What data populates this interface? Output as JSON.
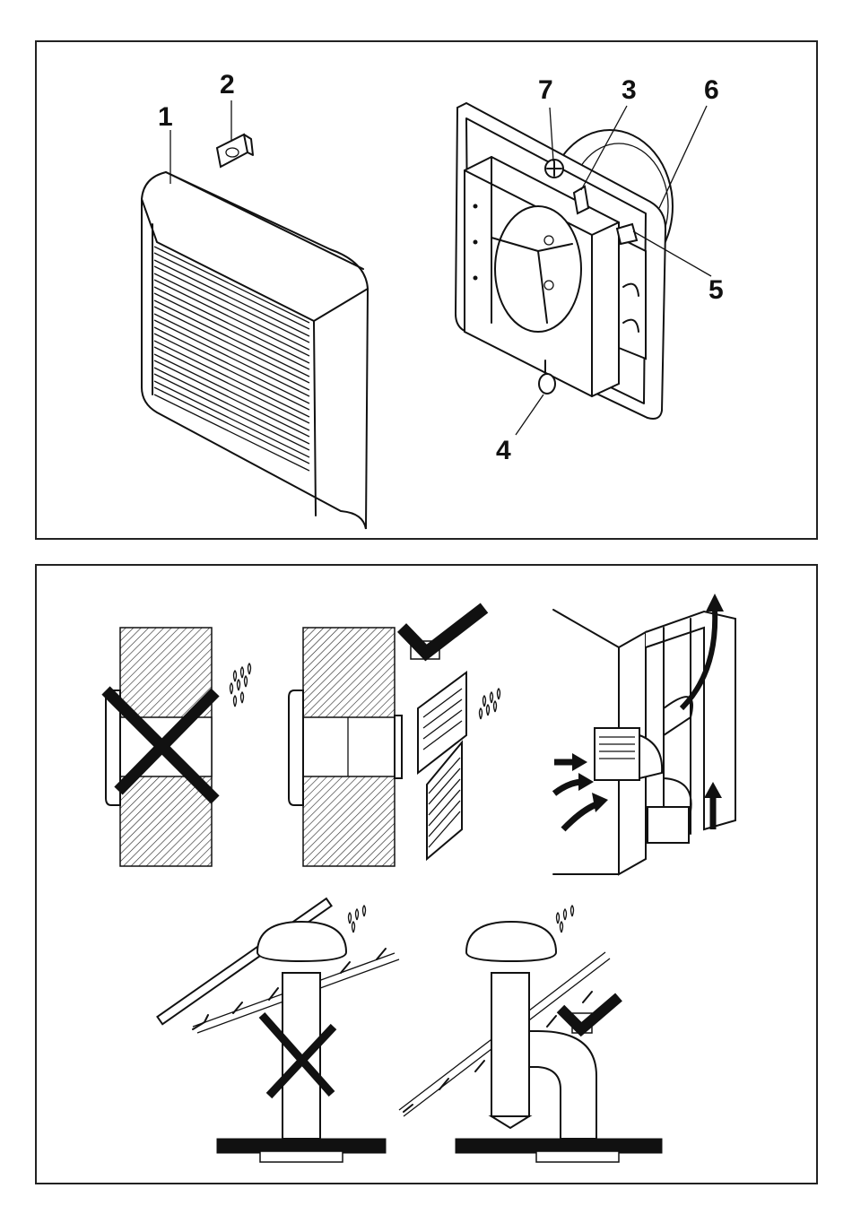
{
  "callouts": {
    "c1": "1",
    "c2": "2",
    "c3": "3",
    "c4": "4",
    "c5": "5",
    "c6": "6",
    "c7": "7"
  },
  "icons": {
    "wrong": "cross-mark-icon",
    "right": "check-mark-icon",
    "rain": "raindrops-icon",
    "airflow": "arrow-icon"
  },
  "colors": {
    "line": "#111111",
    "background": "#ffffff"
  }
}
